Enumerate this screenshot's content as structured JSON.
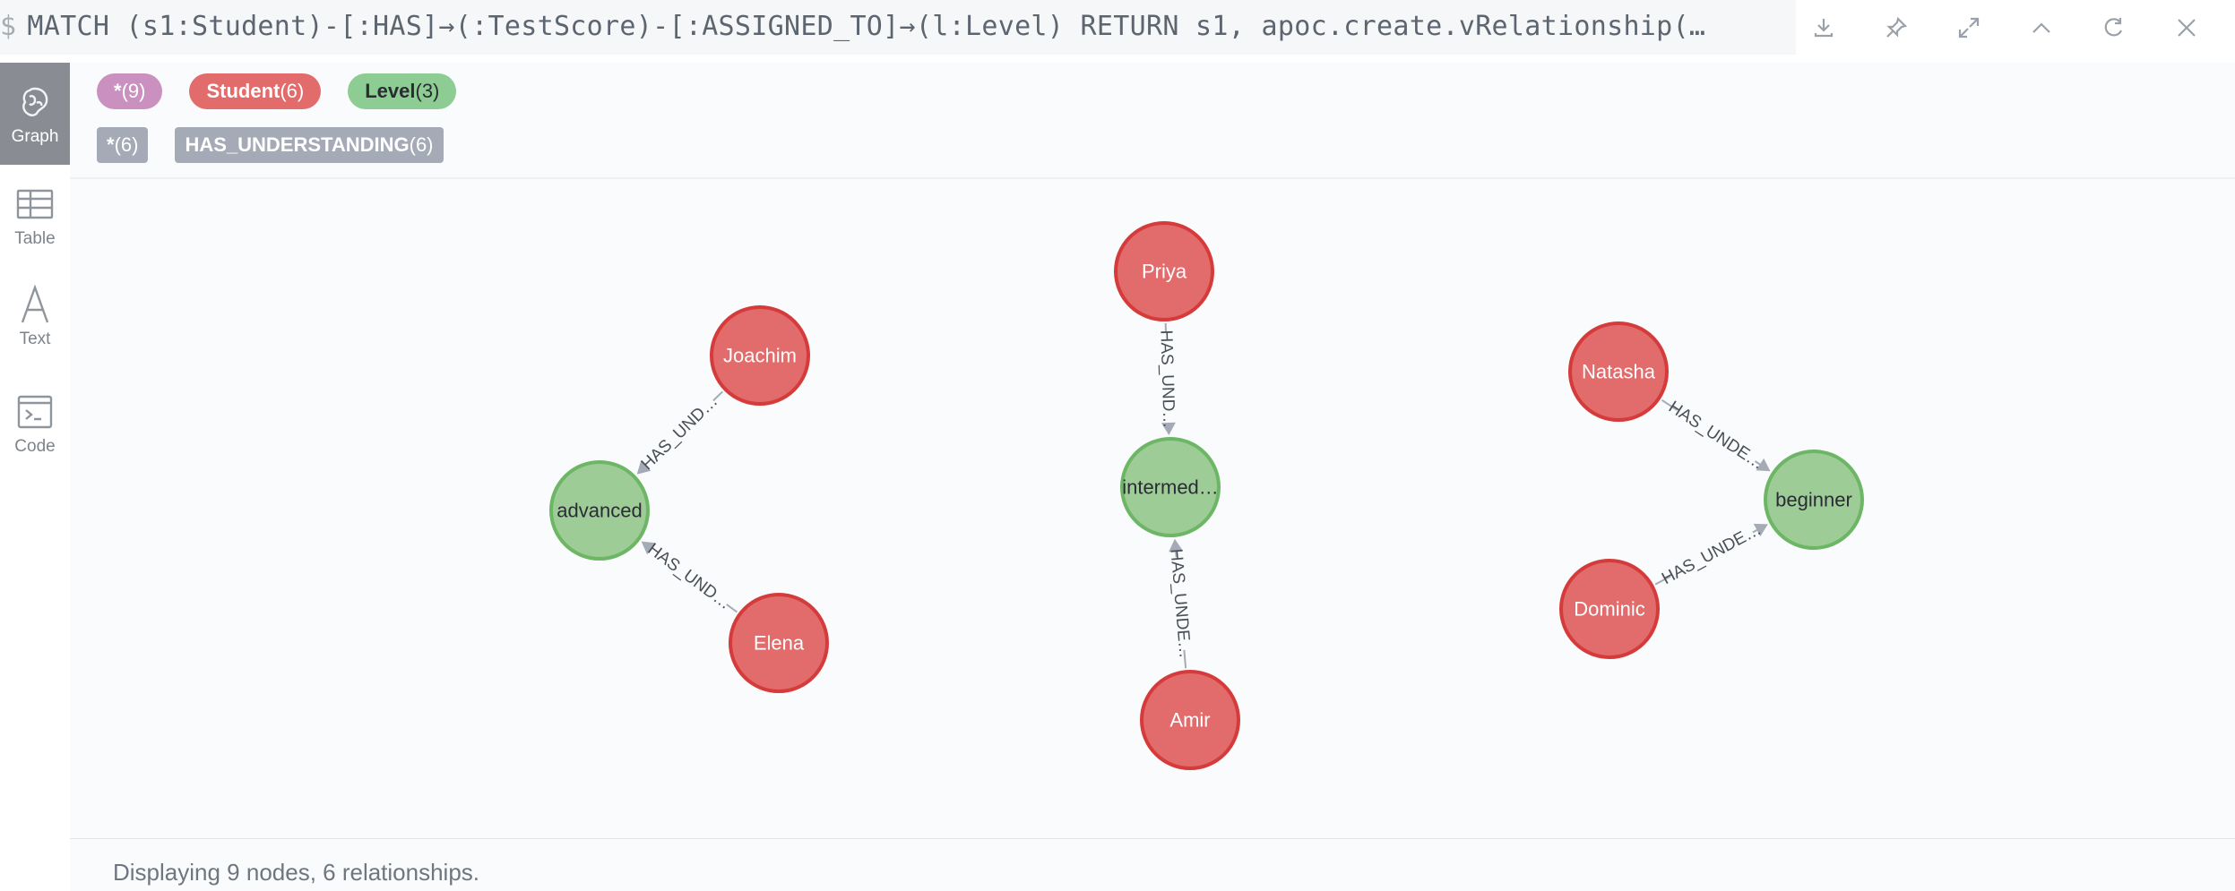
{
  "query": {
    "prompt": "$",
    "text": "MATCH (s1:Student)-[:HAS]→(:TestScore)-[:ASSIGNED_TO]→(l:Level) RETURN s1, apoc.create.vRelationship(…"
  },
  "toolbar": {
    "icons": [
      "download-icon",
      "pin-icon",
      "expand-icon",
      "collapse-icon",
      "rerun-icon",
      "close-icon"
    ]
  },
  "sidebar": {
    "items": [
      {
        "label": "Graph",
        "icon": "graph-icon",
        "active": true
      },
      {
        "label": "Table",
        "icon": "table-icon",
        "active": false
      },
      {
        "label": "Text",
        "icon": "text-icon",
        "active": false
      },
      {
        "label": "Code",
        "icon": "code-icon",
        "active": false
      }
    ]
  },
  "legend": {
    "labels": [
      {
        "name": "*",
        "count": "(9)",
        "color": "#c990c0",
        "text_color": "#ffffff"
      },
      {
        "name": "Student",
        "count": "(6)",
        "color": "#e26b6b",
        "text_color": "#ffffff"
      },
      {
        "name": "Level",
        "count": "(3)",
        "color": "#8dcc93",
        "text_color": "#2a2c34"
      }
    ],
    "relationships": [
      {
        "name": "*",
        "count": "(6)"
      },
      {
        "name": "HAS_UNDERSTANDING",
        "count": "(6)"
      }
    ]
  },
  "graph": {
    "student_color": "#e26b6b",
    "student_border": "#d53b3b",
    "level_color": "#9dcc97",
    "level_border": "#6cb665",
    "nodes": [
      {
        "id": "joachim",
        "label": "Joachim",
        "type": "student"
      },
      {
        "id": "elena",
        "label": "Elena",
        "type": "student"
      },
      {
        "id": "advanced",
        "label": "advanced",
        "type": "level"
      },
      {
        "id": "priya",
        "label": "Priya",
        "type": "student"
      },
      {
        "id": "intermediate",
        "label": "intermed…",
        "type": "level"
      },
      {
        "id": "amir",
        "label": "Amir",
        "type": "student"
      },
      {
        "id": "natasha",
        "label": "Natasha",
        "type": "student"
      },
      {
        "id": "dominic",
        "label": "Dominic",
        "type": "student"
      },
      {
        "id": "beginner",
        "label": "beginner",
        "type": "level"
      }
    ],
    "edges": [
      {
        "from": "joachim",
        "to": "advanced",
        "label": "HAS_UND…"
      },
      {
        "from": "elena",
        "to": "advanced",
        "label": "HAS_UND…"
      },
      {
        "from": "priya",
        "to": "intermediate",
        "label": "HAS_UND…"
      },
      {
        "from": "amir",
        "to": "intermediate",
        "label": "HAS_UNDE…"
      },
      {
        "from": "natasha",
        "to": "beginner",
        "label": "HAS_UNDE…"
      },
      {
        "from": "dominic",
        "to": "beginner",
        "label": "HAS_UNDE…"
      }
    ]
  },
  "status": {
    "text": "Displaying 9 nodes, 6 relationships."
  }
}
